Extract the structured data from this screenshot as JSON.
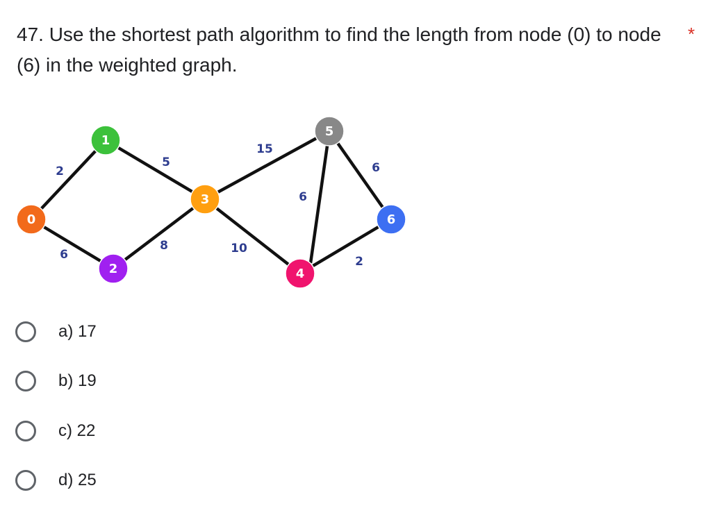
{
  "question": {
    "text": "47. Use the shortest path algorithm to find the length from node (0) to node (6) in the weighted graph.",
    "required_marker": "*"
  },
  "graph": {
    "nodes": [
      {
        "id": "0",
        "color": "#f26a1b"
      },
      {
        "id": "1",
        "color": "#3cc13b"
      },
      {
        "id": "2",
        "color": "#a020f0"
      },
      {
        "id": "3",
        "color": "#ff9f10"
      },
      {
        "id": "4",
        "color": "#f0146e"
      },
      {
        "id": "5",
        "color": "#888888"
      },
      {
        "id": "6",
        "color": "#3d6ff2"
      }
    ],
    "edges": [
      {
        "from": "0",
        "to": "1",
        "weight": "2"
      },
      {
        "from": "0",
        "to": "2",
        "weight": "6"
      },
      {
        "from": "1",
        "to": "3",
        "weight": "5"
      },
      {
        "from": "2",
        "to": "3",
        "weight": "8"
      },
      {
        "from": "3",
        "to": "5",
        "weight": "15"
      },
      {
        "from": "3",
        "to": "4",
        "weight": "10"
      },
      {
        "from": "5",
        "to": "4",
        "weight": "6"
      },
      {
        "from": "5",
        "to": "6",
        "weight": "6"
      },
      {
        "from": "4",
        "to": "6",
        "weight": "2"
      }
    ],
    "weight_label_color": "#2e3d8f"
  },
  "options": [
    {
      "label": "a) 17"
    },
    {
      "label": "b) 19"
    },
    {
      "label": "c) 22"
    },
    {
      "label": "d) 25"
    }
  ]
}
